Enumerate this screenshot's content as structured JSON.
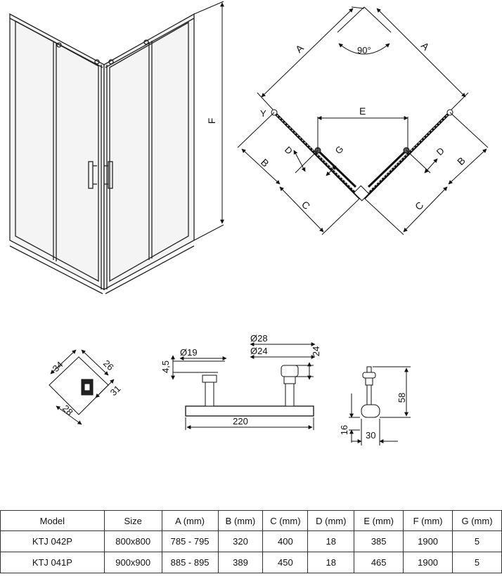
{
  "diagram": {
    "top_view": {
      "labels": {
        "a": "A",
        "angle": "90°",
        "b": "B",
        "c": "C",
        "d": "D",
        "e": "E",
        "g": "G",
        "y": "Y"
      }
    },
    "side_view": {
      "labels": {
        "f": "F"
      }
    },
    "profile": {
      "dims": [
        "34",
        "26",
        "31",
        "28"
      ]
    },
    "handle": {
      "dims": [
        "4,5",
        "Ø19",
        "Ø28",
        "Ø24",
        "24",
        "220"
      ]
    },
    "roller": {
      "dims": [
        "58",
        "16",
        "30"
      ]
    }
  },
  "table": {
    "headers": [
      "Model",
      "Size",
      "A (mm)",
      "B (mm)",
      "C (mm)",
      "D (mm)",
      "E (mm)",
      "F (mm)",
      "G (mm)"
    ],
    "rows": [
      [
        "KTJ 042P",
        "800x800",
        "785 - 795",
        "320",
        "400",
        "18",
        "385",
        "1900",
        "5"
      ],
      [
        "KTJ 041P",
        "900x900",
        "885 - 895",
        "389",
        "450",
        "18",
        "465",
        "1900",
        "5"
      ]
    ]
  }
}
